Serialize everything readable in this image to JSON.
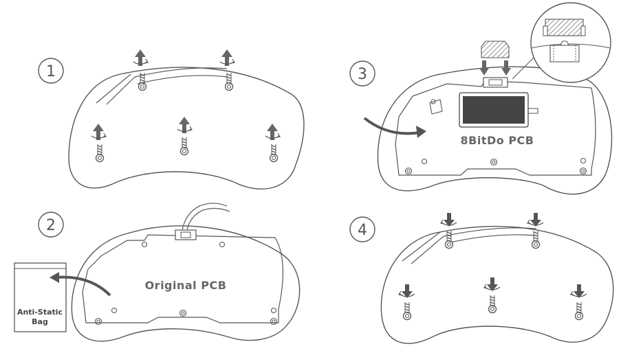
{
  "steps": [
    {
      "number": "1"
    },
    {
      "number": "2",
      "pcb_label": "Original PCB",
      "bag_label_line1": "Anti-Static",
      "bag_label_line2": "Bag"
    },
    {
      "number": "3",
      "pcb_label": "8BitDo PCB"
    },
    {
      "number": "4"
    }
  ],
  "icons": {
    "remove": "arrow-up-icon",
    "insert": "arrow-down-icon",
    "rotate": "rotate-icon",
    "screw": "screw-icon"
  }
}
